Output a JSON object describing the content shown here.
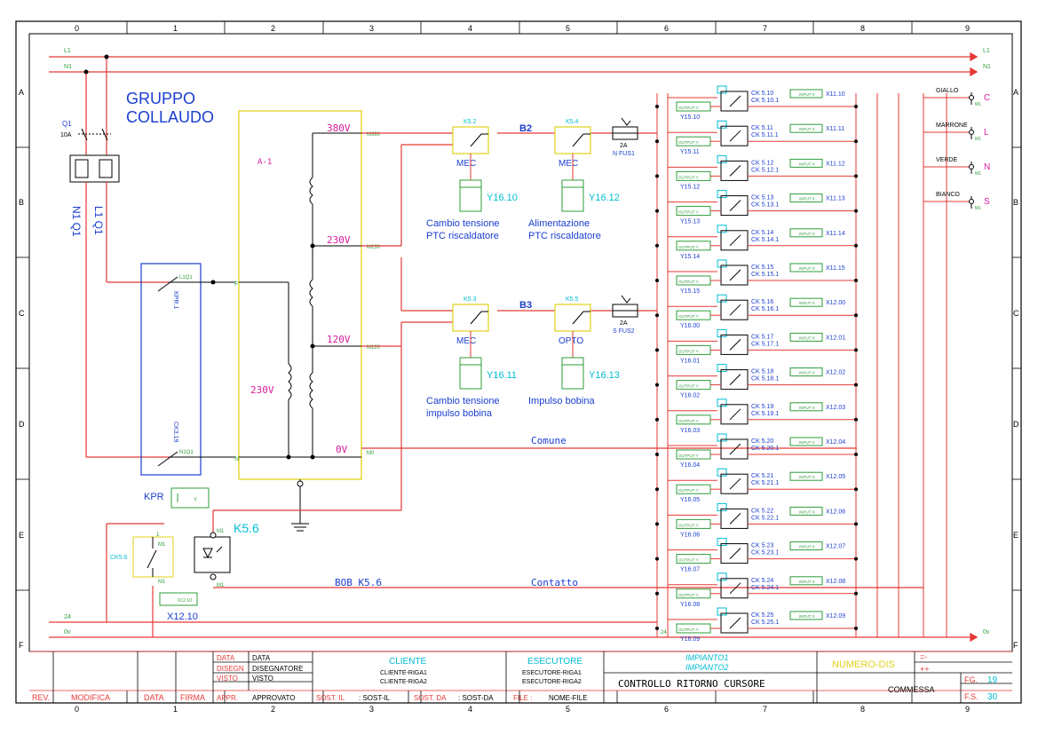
{
  "grid": {
    "columns": [
      "0",
      "1",
      "2",
      "3",
      "4",
      "5",
      "6",
      "7",
      "8",
      "9"
    ],
    "rows": [
      "A",
      "B",
      "C",
      "D",
      "E",
      "F"
    ]
  },
  "title": {
    "line1": "GRUPPO",
    "line2": "COLLAUDO"
  },
  "rails": {
    "l1": "L1",
    "n1": "N1",
    "r24": "24",
    "r0v": "0v"
  },
  "q1": {
    "name": "Q1",
    "rating": "10A",
    "n1": "N1 Q1",
    "l1": "L1 Q1"
  },
  "kpr": {
    "name": "KPR",
    "c1": "L1Q1",
    "c1b": "KPR.1",
    "c2": "CK3.19",
    "c2b": "N1Q1",
    "coil": "Y"
  },
  "transformer": {
    "id": "A-1",
    "primary": "230V",
    "taps": [
      "380V",
      "230V",
      "120V",
      "0V"
    ],
    "terminals": [
      "M380",
      "M230",
      "M120",
      "M0"
    ],
    "f": "F",
    "n": "N"
  },
  "bus": {
    "b2": "B2",
    "b3": "B3",
    "comune": "Comune",
    "bob": "BOB K5.6",
    "contatto": "Contatto"
  },
  "relays": [
    {
      "id": "K5.2",
      "type": "MEC",
      "coil": "Y16.10",
      "desc1": "Cambio tensione",
      "desc2": "PTC riscaldatore"
    },
    {
      "id": "K5.4",
      "type": "MEC",
      "coil": "Y16.12",
      "desc1": "Alimentazione",
      "desc2": "PTC riscaldatore"
    },
    {
      "id": "K5.3",
      "type": "MEC",
      "coil": "Y16.11",
      "desc1": "Cambio tensione",
      "desc2": "impulso bobina"
    },
    {
      "id": "K5.5",
      "type": "OPTO",
      "coil": "Y16.13",
      "desc1": "Impulso bobina",
      "desc2": ""
    }
  ],
  "coil_tag": "Y16.11",
  "fuses": [
    {
      "rating": "2A",
      "name": "N FUS1"
    },
    {
      "rating": "2A",
      "name": "S FUS2"
    }
  ],
  "k56": {
    "name": "K5.6",
    "ck": "CK5.6",
    "m1": "M1",
    "out": "X12.10",
    "pin1": "1"
  },
  "outputs": [
    {
      "y": "Y15.10",
      "ck": "CK 5.10",
      "ck1": "CK 5.10.1",
      "x": "X11.10"
    },
    {
      "y": "Y15.11",
      "ck": "CK 5.11",
      "ck1": "CK 5.11.1",
      "x": "X11.11"
    },
    {
      "y": "Y15.12",
      "ck": "CK 5.12",
      "ck1": "CK 5.12.1",
      "x": "X11.12"
    },
    {
      "y": "Y15.13",
      "ck": "CK 5.13",
      "ck1": "CK 5.13.1",
      "x": "X11.13"
    },
    {
      "y": "Y15.14",
      "ck": "CK 5.14",
      "ck1": "CK 5.14.1",
      "x": "X11.14"
    },
    {
      "y": "Y15.15",
      "ck": "CK 5.15",
      "ck1": "CK 5.15.1",
      "x": "X11.15"
    },
    {
      "y": "Y16.00",
      "ck": "CK 5.16",
      "ck1": "CK 5.16.1",
      "x": "X12.00"
    },
    {
      "y": "Y16.01",
      "ck": "CK 5.17",
      "ck1": "CK 5.17.1",
      "x": "X12.01"
    },
    {
      "y": "Y16.02",
      "ck": "CK 5.18",
      "ck1": "CK 5.18.1",
      "x": "X12.02"
    },
    {
      "y": "Y16.03",
      "ck": "CK 5.19",
      "ck1": "CK 5.19.1",
      "x": "X12.03"
    },
    {
      "y": "Y16.04",
      "ck": "CK 5.20",
      "ck1": "CK 5.20.1",
      "x": "X12.04"
    },
    {
      "y": "Y16.05",
      "ck": "CK 5.21",
      "ck1": "CK 5.21.1",
      "x": "X12.05"
    },
    {
      "y": "Y16.06",
      "ck": "CK 5.22",
      "ck1": "CK 5.22.1",
      "x": "X12.06"
    },
    {
      "y": "Y16.07",
      "ck": "CK 5.23",
      "ck1": "CK 5.23.1",
      "x": "X12.07"
    },
    {
      "y": "Y16.08",
      "ck": "CK 5.24",
      "ck1": "CK 5.24.1",
      "x": "X12.08"
    },
    {
      "y": "Y16.09",
      "ck": "CK 5.25",
      "ck1": "CK 5.25.1",
      "x": "X12.09"
    }
  ],
  "output_tag": "OUTPUT Y",
  "input_tag": "INPUT X",
  "connectors": [
    {
      "label": "GIALLO",
      "letter": "C",
      "m": "M1"
    },
    {
      "label": "MARRONE",
      "letter": "L",
      "m": "M1"
    },
    {
      "label": "VERDE",
      "letter": "N",
      "m": "M1"
    },
    {
      "label": "BIANCO",
      "letter": "S",
      "m": "M1"
    }
  ],
  "titleblock": {
    "rev": "REV.",
    "modifica": "MODIFICA",
    "data_col": "DATA",
    "firma": "FIRMA",
    "data_lbl": "DATA",
    "data_val": "DATA",
    "disegn_lbl": "DISEGN",
    "disegn_val": "DISEGNATORE",
    "visto_lbl": "VISTO",
    "visto_val": "VISTO",
    "appr_lbl": "APPR.",
    "appr_val": "APPROVATO",
    "cliente": "CLIENTE",
    "cliente1": "CLIENTE-RIGA1",
    "cliente2": "CLIENTE-RIGA2",
    "sost_il": "SOST. IL",
    "sost_il_val": ": SOST-IL",
    "esecutore": "ESECUTORE",
    "esec1": "ESECUTORE-RIGA1",
    "esec2": "ESECUTORE-RIGA2",
    "sost_da": "SOST. DA",
    "sost_da_val": ": SOST-DA",
    "impianto1": "IMPIANTO1",
    "impianto2": "IMPIANTO2",
    "file_lbl": "FILE :",
    "file_val": "NOME-FILE",
    "descr": "CONTROLLO RITORNO CURSORE",
    "numero": "NUMERO-DIS",
    "neg": "=-",
    "pos": "++",
    "commessa": "COMMESSA",
    "fg_lbl": "FG.",
    "fg": "19",
    "fs_lbl": "F.S.",
    "fs": "30"
  },
  "colors": {
    "wire": "#e53935",
    "frame": "#000000",
    "blue": "#1a3ecf",
    "cyan": "#00bcd4",
    "magenta": "#d81b9c",
    "yellow": "#e0d21a",
    "green": "#2e9d3a"
  }
}
